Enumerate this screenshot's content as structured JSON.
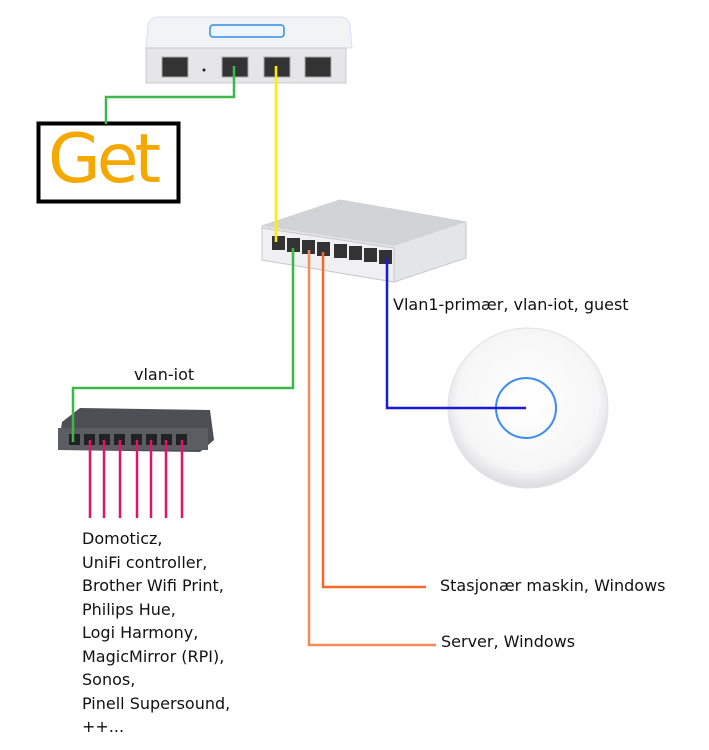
{
  "devices": {
    "router": {
      "icon": "router-icon"
    },
    "isp_logo": {
      "text": "Get",
      "color": "#f5a800"
    },
    "main_switch": {
      "icon": "switch-icon"
    },
    "iot_switch": {
      "icon": "switch-icon"
    },
    "access_point": {
      "icon": "wifi-access-point-icon"
    }
  },
  "labels": {
    "ap_vlans": "Vlan1-primær, vlan-iot, guest",
    "iot_vlan": "vlan-iot",
    "desktop": "Stasjonær maskin, Windows",
    "server": "Server, Windows"
  },
  "iot_devices": [
    "Domoticz,",
    "UniFi controller,",
    "Brother Wifi Print,",
    "Philips Hue,",
    "Logi Harmony,",
    "MagicMirror (RPI),",
    "Sonos,",
    "Pinell Supersound,",
    "++..."
  ],
  "colors": {
    "wan": "#3cb84a",
    "uplink": "#ffee00",
    "iot": "#3cb84a",
    "pc": "#f26a2c",
    "server": "#f58a5a",
    "ap": "#1a1adc",
    "iot_devices": "#e0156a"
  }
}
